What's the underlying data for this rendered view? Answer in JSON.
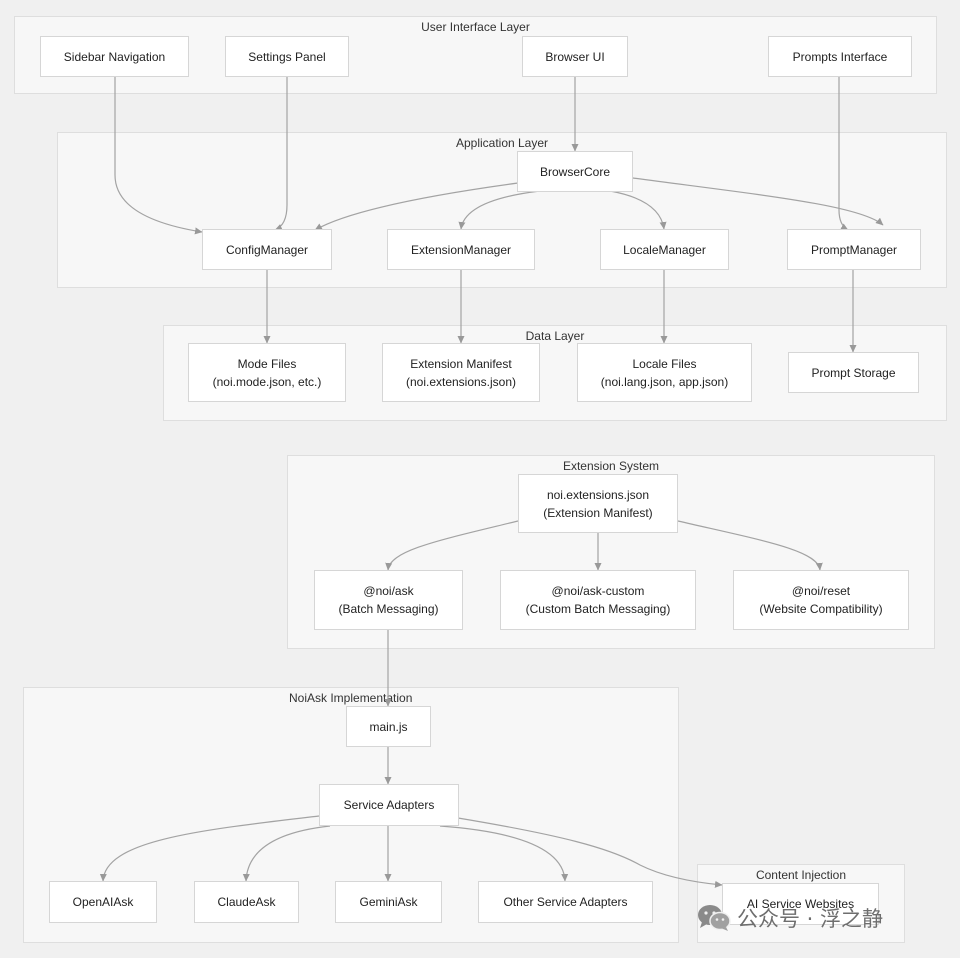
{
  "clusters": {
    "ui_layer": "User Interface Layer",
    "app_layer": "Application Layer",
    "data_layer": "Data Layer",
    "ext_system": "Extension System",
    "noiask_impl": "NoiAsk Implementation",
    "content_injection": "Content Injection"
  },
  "nodes": {
    "sidebar_nav": [
      "Sidebar Navigation"
    ],
    "settings_panel": [
      "Settings Panel"
    ],
    "browser_ui": [
      "Browser UI"
    ],
    "prompts_interface": [
      "Prompts Interface"
    ],
    "browser_core": [
      "BrowserCore"
    ],
    "config_manager": [
      "ConfigManager"
    ],
    "extension_manager": [
      "ExtensionManager"
    ],
    "locale_manager": [
      "LocaleManager"
    ],
    "prompt_manager": [
      "PromptManager"
    ],
    "mode_files": [
      "Mode Files",
      "(noi.mode.json, etc.)"
    ],
    "extension_manifest": [
      "Extension Manifest",
      "(noi.extensions.json)"
    ],
    "locale_files": [
      "Locale Files",
      "(noi.lang.json, app.json)"
    ],
    "prompt_storage": [
      "Prompt Storage"
    ],
    "noi_extensions_json": [
      "noi.extensions.json",
      "(Extension Manifest)"
    ],
    "noi_ask": [
      "@noi/ask",
      "(Batch Messaging)"
    ],
    "noi_ask_custom": [
      "@noi/ask-custom",
      "(Custom Batch Messaging)"
    ],
    "noi_reset": [
      "@noi/reset",
      "(Website Compatibility)"
    ],
    "main_js": [
      "main.js"
    ],
    "service_adapters": [
      "Service Adapters"
    ],
    "openai_ask": [
      "OpenAIAsk"
    ],
    "claude_ask": [
      "ClaudeAsk"
    ],
    "gemini_ask": [
      "GeminiAsk"
    ],
    "other_adapters": [
      "Other Service Adapters"
    ],
    "ai_service_websites": [
      "AI Service Websites"
    ]
  },
  "watermark": {
    "icon": "wechat-icon",
    "text": "公众号 · 浮之静"
  },
  "colors": {
    "background": "#f0f0f0",
    "cluster_fill": "#f7f7f7",
    "cluster_border": "#dedede",
    "node_fill": "#ffffff",
    "node_border": "#d6d6d6",
    "edge": "#999999"
  }
}
